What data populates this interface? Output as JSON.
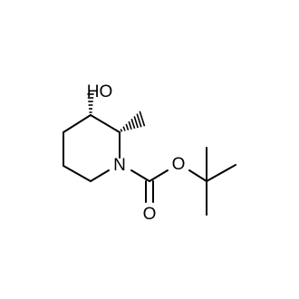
{
  "molecule": {
    "atoms": {
      "hydroxyl": "HO",
      "nitrogen": "N",
      "ester_oxygen": "O",
      "carbonyl_oxygen": "O"
    },
    "colors": {
      "bond": "#000000",
      "background": "#ffffff"
    }
  }
}
